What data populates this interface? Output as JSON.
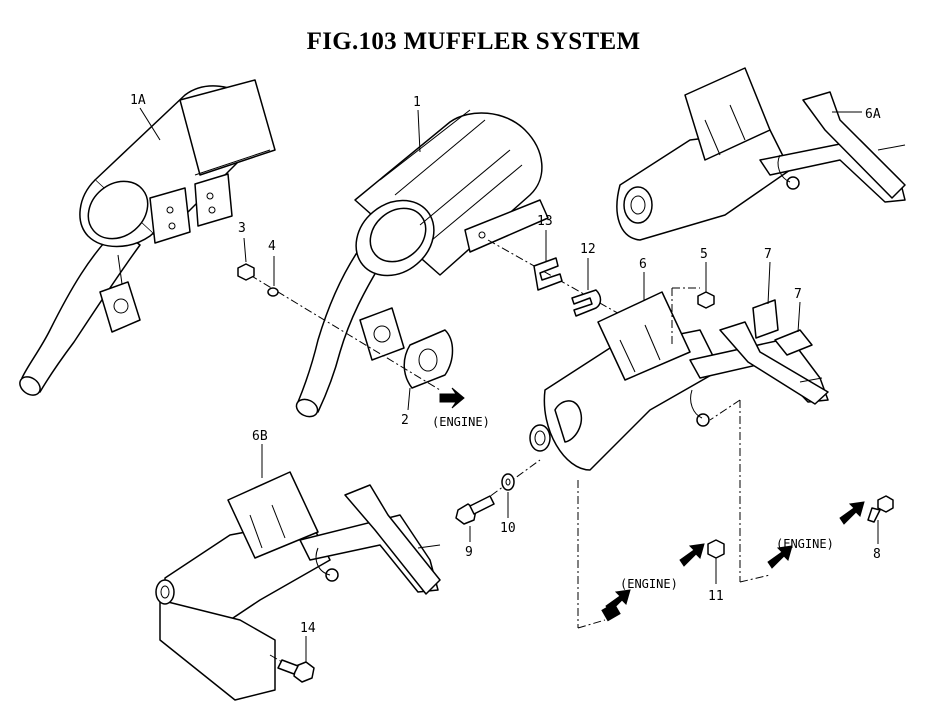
{
  "title": "FIG.103  MUFFLER SYSTEM",
  "callouts": {
    "c1A": "1A",
    "c1": "1",
    "c2": "2",
    "c3": "3",
    "c4": "4",
    "c5": "5",
    "c6": "6",
    "c6A": "6A",
    "c6B": "6B",
    "c7a": "7",
    "c7b": "7",
    "c8": "8",
    "c9": "9",
    "c10": "10",
    "c11": "11",
    "c12": "12",
    "c13": "13",
    "c14": "14"
  },
  "engine_labels": {
    "e1": "(ENGINE)",
    "e2": "(ENGINE)",
    "e3": "(ENGINE)"
  }
}
